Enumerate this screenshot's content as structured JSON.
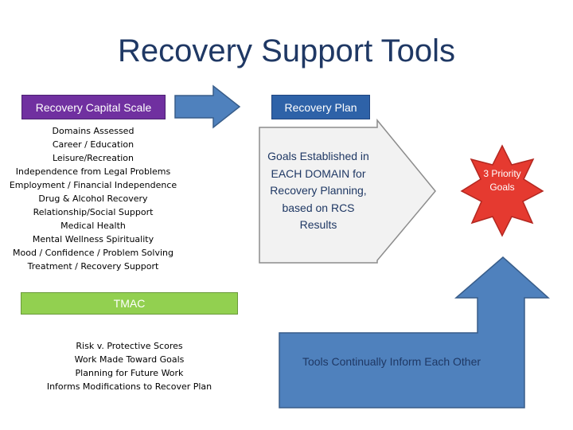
{
  "title": "Recovery Support Tools",
  "rcs": {
    "label": "Recovery Capital Scale",
    "domains": [
      "Domains Assessed",
      "Career / Education",
      "Leisure/Recreation",
      "Independence from Legal Problems",
      "Employment / Financial Independence",
      "Drug & Alcohol Recovery",
      "Relationship/Social Support",
      "Medical Health",
      "Mental Wellness Spirituality",
      "Mood / Confidence / Problem Solving",
      "Treatment / Recovery Support"
    ]
  },
  "plan": {
    "label": "Recovery Plan",
    "goals_text": "Goals Established in EACH DOMAIN for Recovery Planning, based on RCS Results"
  },
  "priority": {
    "label": "3 Priority Goals"
  },
  "tmac": {
    "label": "TMAC",
    "items": [
      "Risk v. Protective Scores",
      "Work Made Toward Goals",
      "Planning for Future Work",
      "Informs Modifications to Recover Plan"
    ]
  },
  "tools": {
    "label": "Tools Continually Inform Each Other"
  },
  "colors": {
    "title": "#1f3864",
    "rcs_fill": "#7030a0",
    "plan_fill": "#2e62a8",
    "arrow_fill": "#4f81bd",
    "tmac_fill": "#92d050",
    "goals_fill": "#f2f2f2",
    "priority_fill": "#e53a30"
  }
}
